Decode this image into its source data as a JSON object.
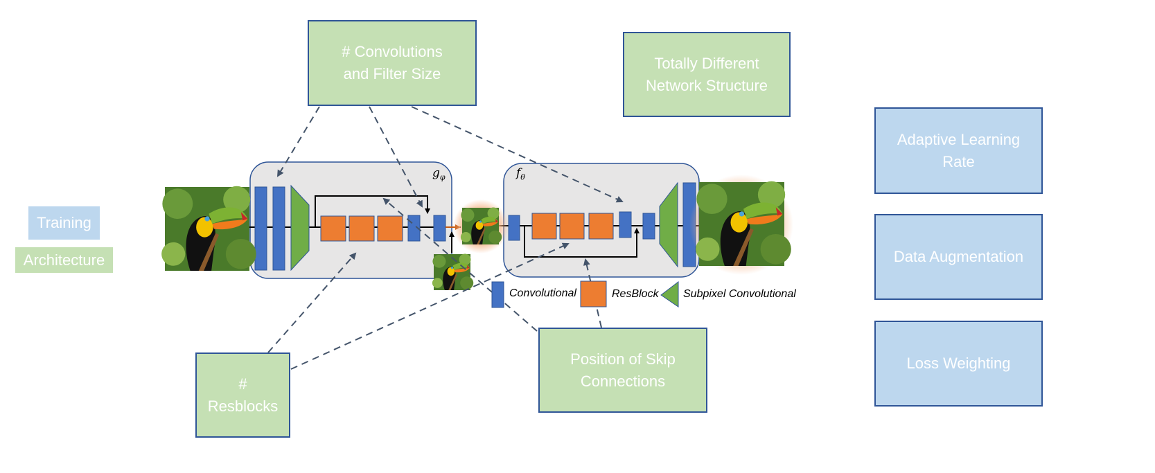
{
  "legend_keys": {
    "training": "Training",
    "architecture": "Architecture"
  },
  "boxes": {
    "convolutions": "# Convolutions\nand Filter Size",
    "different_structure": "Totally Different\nNetwork Structure",
    "resblocks": "#\nResblocks",
    "skip_connections": "Position of Skip\nConnections",
    "adaptive_lr": "Adaptive Learning\nRate",
    "data_augmentation": "Data Augmentation",
    "loss_weighting": "Loss Weighting"
  },
  "network": {
    "g_label": "g",
    "g_sub": "φ",
    "f_label": "f",
    "f_sub": "θ"
  },
  "block_legend": {
    "convolutional": "Convolutional",
    "resblock": "ResBlock",
    "subpixel": "Subpixel Convolutional"
  },
  "colors": {
    "architecture": "#c5e0b4",
    "training": "#bdd7ee",
    "border": "#2f5597",
    "conv_block": "#4472c4",
    "resblock": "#ed7d31",
    "subpixel": "#70ad47"
  },
  "images": [
    "toucan-input-image",
    "toucan-small-image",
    "toucan-lr-image",
    "toucan-output-image"
  ]
}
